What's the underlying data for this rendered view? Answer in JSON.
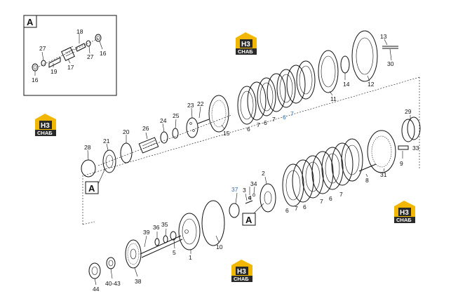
{
  "detail_label": "A",
  "callout_label_A": "A",
  "logo": {
    "mark": "H3",
    "text": "СНАБ",
    "accent": "#f2b705",
    "dark": "#2a2a2a"
  },
  "callouts": [
    {
      "text": "18"
    },
    {
      "text": "27"
    },
    {
      "text": "16"
    },
    {
      "text": "17"
    },
    {
      "text": "27"
    },
    {
      "text": "16"
    },
    {
      "text": "19"
    },
    {
      "text": "13"
    },
    {
      "text": "30"
    },
    {
      "text": "14"
    },
    {
      "text": "12"
    },
    {
      "text": "11"
    },
    {
      "text": "6"
    },
    {
      "text": "7"
    },
    {
      "text": "6"
    },
    {
      "text": "7"
    },
    {
      "text": "6"
    },
    {
      "text": "7"
    },
    {
      "text": "23"
    },
    {
      "text": "22"
    },
    {
      "text": "24"
    },
    {
      "text": "25"
    },
    {
      "text": "15"
    },
    {
      "text": "21"
    },
    {
      "text": "20"
    },
    {
      "text": "26"
    },
    {
      "text": "28"
    },
    {
      "text": "29"
    },
    {
      "text": "33"
    },
    {
      "text": "9"
    },
    {
      "text": "31"
    },
    {
      "text": "8"
    },
    {
      "text": "37"
    },
    {
      "text": "2"
    },
    {
      "text": "34"
    },
    {
      "text": "3"
    },
    {
      "text": "4"
    },
    {
      "text": "6"
    },
    {
      "text": "7"
    },
    {
      "text": "6"
    },
    {
      "text": "7"
    },
    {
      "text": "6"
    },
    {
      "text": "7"
    },
    {
      "text": "36"
    },
    {
      "text": "35"
    },
    {
      "text": "39"
    },
    {
      "text": "5"
    },
    {
      "text": "1"
    },
    {
      "text": "10"
    },
    {
      "text": "38"
    },
    {
      "text": "40-43"
    },
    {
      "text": "44"
    }
  ]
}
